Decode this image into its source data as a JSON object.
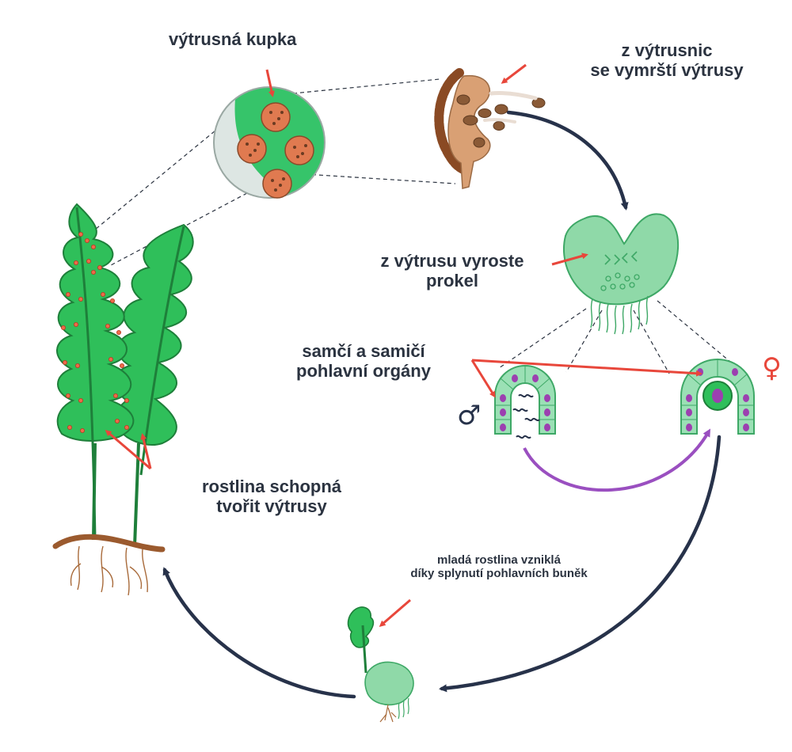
{
  "labels": {
    "sorus": "výtrusná kupka",
    "sporangia_line1": "z výtrusnic",
    "sporangia_line2": "se vymrští výtrusy",
    "prothallus_line1": "z výtrusu vyroste",
    "prothallus_line2": "prokel",
    "organs_line1": "samčí a samičí",
    "organs_line2": "pohlavní orgány",
    "sporophyte_line1": "rostlina schopná",
    "sporophyte_line2": "tvořit výtrusy",
    "young_line1": "mladá rostlina vzniklá",
    "young_line2": "díky splynutí pohlavních buněk"
  },
  "symbols": {
    "male": "♂",
    "female": "♀"
  },
  "colors": {
    "leaf_green": "#2fbf5a",
    "leaf_dark": "#1e7f3a",
    "prothallus_green": "#8fd9a8",
    "spore_brown": "#8a5a36",
    "sporangium_tan": "#d9a074",
    "root_brown": "#9b5a2e",
    "pointer_red": "#e8473b",
    "cycle_arrow": "#27324a",
    "fertilization_purple": "#9a4fc0",
    "cell_purple": "#9c3fb0",
    "label_text": "#2b3340"
  }
}
